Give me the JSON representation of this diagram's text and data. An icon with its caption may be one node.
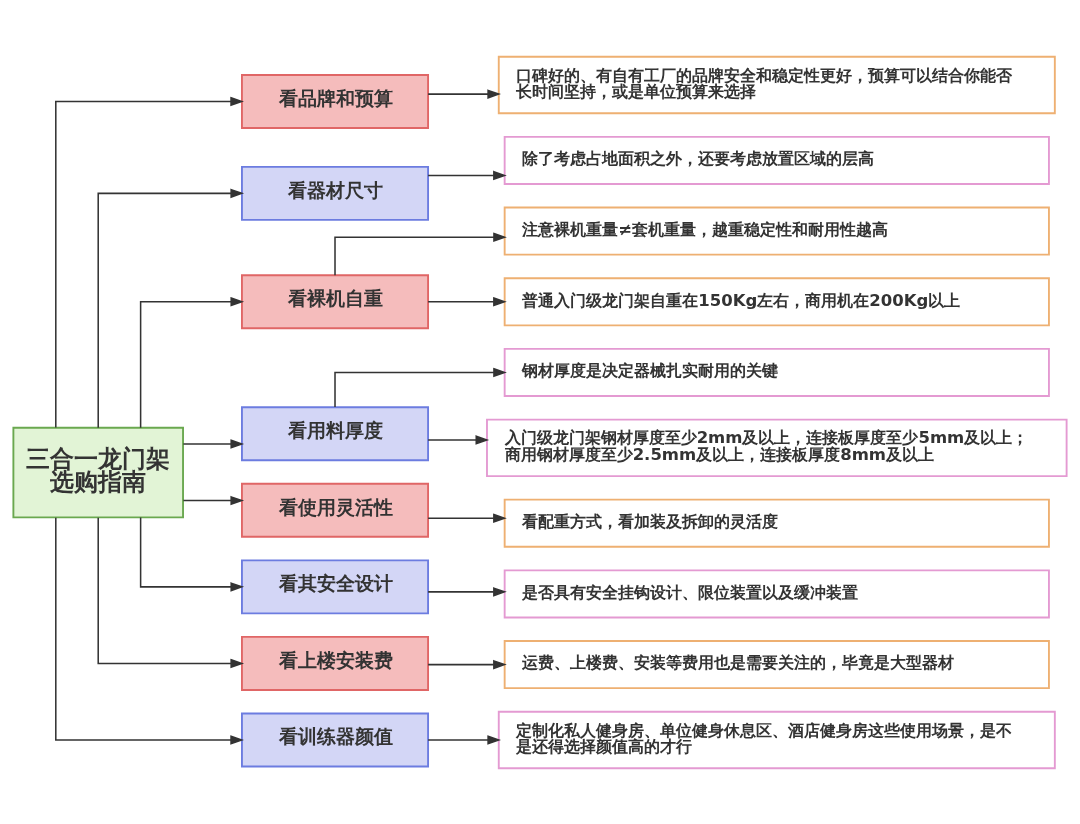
{
  "diagram": {
    "nodes": [
      {
        "text": [
          "三合一龙门架选购指南"
        ]
      },
      {
        "text": [
          "看品牌和预算"
        ]
      },
      {
        "text": [
          "口碑好的、有自有工厂的品牌安全和稳定性更好，预算可以结合你能否长时间坚持，或是单位预算来选择"
        ]
      },
      {
        "text": [
          "看器材尺寸"
        ]
      },
      {
        "text": [
          "除了考虑占地面积之外，还要考虑放置区域的层高"
        ]
      },
      {
        "text": [
          "看裸机自重"
        ]
      },
      {
        "text": [
          "注意裸机重量≠套机重量，越重稳定性和耐用性越高"
        ]
      },
      {
        "text": [
          "普通入门级龙门架自重在150Kg左右，商用机在200Kg以上"
        ]
      },
      {
        "text": [
          "看用料厚度"
        ]
      },
      {
        "text": [
          "钢材厚度是决定器械扎实耐用的关键"
        ]
      },
      {
        "text": [
          "入门级龙门架钢材厚度至少2mm及以上，连接板厚度至少5mm及以上；商用钢材厚度至少2.5mm及以上，连接板厚度8mm及以上"
        ]
      },
      {
        "text": [
          "看使用灵活性"
        ]
      },
      {
        "text": [
          "看配重方式，看加装及拆卸的灵活度"
        ]
      },
      {
        "text": [
          "看其安全设计"
        ]
      },
      {
        "text": [
          "是否具有安全挂钩设计、限位装置以及缓冲装置"
        ]
      },
      {
        "text": [
          "看上楼安装费"
        ]
      },
      {
        "text": [
          "运费、上楼费、安装等费用也是需要关注的，毕竟是大型器材"
        ]
      },
      {
        "text": [
          "看训练器颜值"
        ]
      },
      {
        "text": [
          "定制化私人健身房、单位健身休息区、酒店健身房这些使用场景，是不是还得选择颜值高的才行"
        ]
      }
    ],
    "edges": [
      {
        "from": 0,
        "to": 1,
        "arrow": "to"
      },
      {
        "from": 0,
        "to": 3,
        "arrow": "to"
      },
      {
        "from": 0,
        "to": 5,
        "arrow": "to"
      },
      {
        "from": 0,
        "to": 8,
        "arrow": "to"
      },
      {
        "from": 0,
        "to": 11,
        "arrow": "to"
      },
      {
        "from": 0,
        "to": 13,
        "arrow": "to"
      },
      {
        "from": 0,
        "to": 15,
        "arrow": "to"
      },
      {
        "from": 0,
        "to": 17,
        "arrow": "to"
      },
      {
        "from": 1,
        "to": 2,
        "arrow": "to"
      },
      {
        "from": 3,
        "to": 4,
        "arrow": "to"
      },
      {
        "from": 5,
        "to": 6,
        "arrow": "to"
      },
      {
        "from": 5,
        "to": 7,
        "arrow": "to"
      },
      {
        "from": 8,
        "to": 9,
        "arrow": "to"
      },
      {
        "from": 8,
        "to": 10,
        "arrow": "to"
      },
      {
        "from": 11,
        "to": 12,
        "arrow": "to"
      },
      {
        "from": 13,
        "to": 14,
        "arrow": "to"
      },
      {
        "from": 15,
        "to": 16,
        "arrow": "to"
      },
      {
        "from": 17,
        "to": 18,
        "arrow": "to"
      }
    ]
  }
}
